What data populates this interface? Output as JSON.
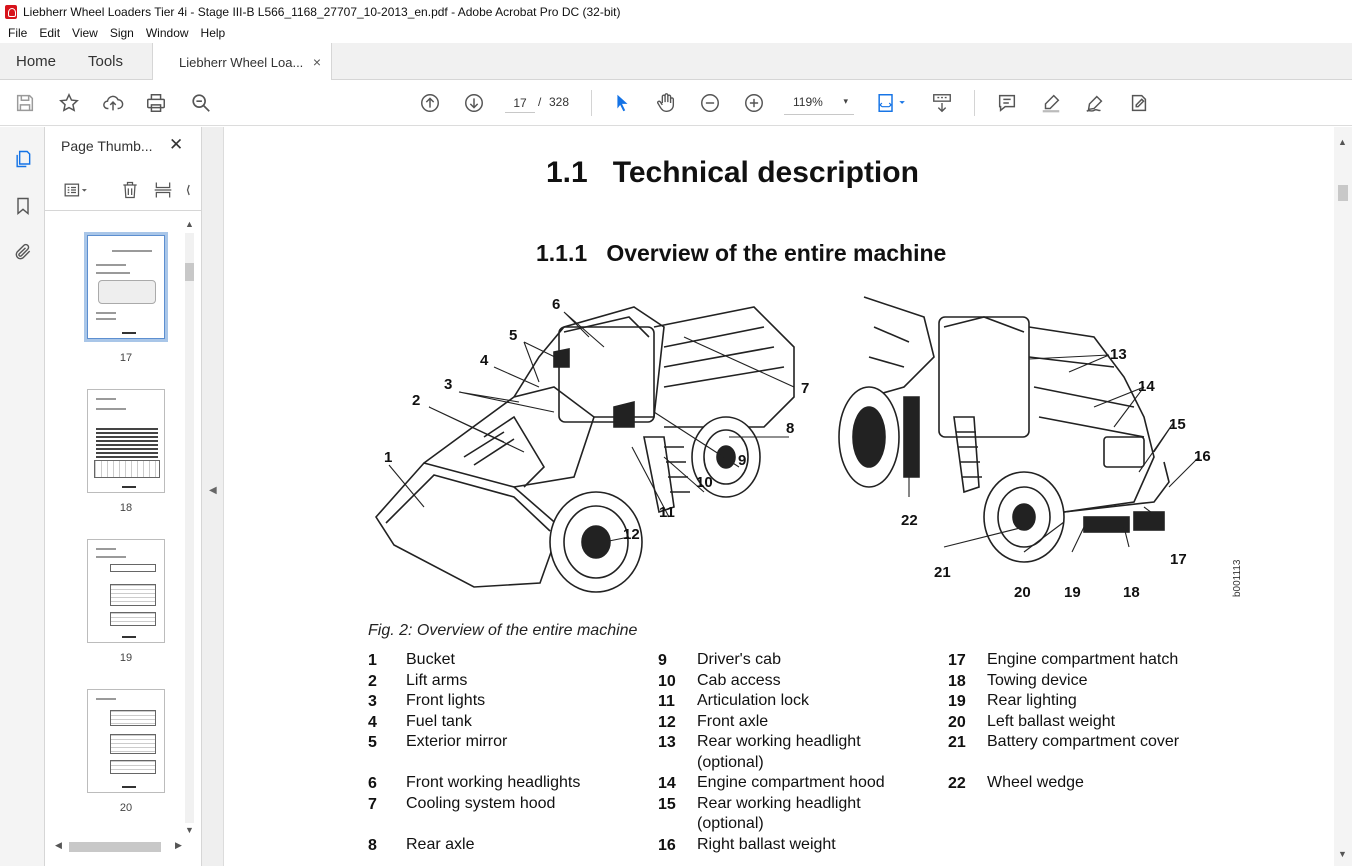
{
  "window": {
    "title": "Liebherr Wheel Loaders Tier 4i - Stage III-B L566_1168_27707_10-2013_en.pdf - Adobe Acrobat Pro DC (32-bit)"
  },
  "menu": [
    "File",
    "Edit",
    "View",
    "Sign",
    "Window",
    "Help"
  ],
  "tabs": {
    "home": "Home",
    "tools": "Tools",
    "document": "Liebherr Wheel Loa...",
    "close_glyph": "×"
  },
  "toolbar": {
    "current_page": "17",
    "page_separator": "/",
    "total_pages": "328",
    "zoom": "119%",
    "zoom_caret": "▾"
  },
  "sidebar": {
    "panel_title": "Page Thumb...",
    "close_glyph": "✕",
    "thumbnails": [
      {
        "page": "17",
        "active": true
      },
      {
        "page": "18",
        "active": false
      },
      {
        "page": "19",
        "active": false
      },
      {
        "page": "20",
        "active": false
      }
    ]
  },
  "document": {
    "section_number": "1.1",
    "section_title": "Technical description",
    "subsection_number": "1.1.1",
    "subsection_title": "Overview of the entire machine",
    "figure_caption": "Fig. 2: Overview of the entire machine",
    "figure_code": "b001113",
    "figure_callouts_left": [
      "1",
      "2",
      "3",
      "4",
      "5",
      "6",
      "7",
      "8",
      "9",
      "10",
      "11",
      "12"
    ],
    "figure_callouts_right": [
      "13",
      "14",
      "15",
      "16",
      "17",
      "18",
      "19",
      "20",
      "21",
      "22"
    ],
    "legend": [
      {
        "num": "1",
        "text": "Bucket"
      },
      {
        "num": "2",
        "text": "Lift arms"
      },
      {
        "num": "3",
        "text": "Front lights"
      },
      {
        "num": "4",
        "text": "Fuel tank"
      },
      {
        "num": "5",
        "text": "Exterior mirror"
      },
      {
        "num": "6",
        "text": "Front working headlights"
      },
      {
        "num": "7",
        "text": "Cooling system hood"
      },
      {
        "num": "8",
        "text": "Rear axle"
      },
      {
        "num": "9",
        "text": "Driver's cab"
      },
      {
        "num": "10",
        "text": "Cab access"
      },
      {
        "num": "11",
        "text": "Articulation lock"
      },
      {
        "num": "12",
        "text": "Front axle"
      },
      {
        "num": "13",
        "text": "Rear working headlight (optional)"
      },
      {
        "num": "14",
        "text": "Engine compartment hood"
      },
      {
        "num": "15",
        "text": "Rear working headlight (optional)"
      },
      {
        "num": "16",
        "text": "Right ballast weight"
      },
      {
        "num": "17",
        "text": "Engine compartment hatch"
      },
      {
        "num": "18",
        "text": "Towing device"
      },
      {
        "num": "19",
        "text": "Rear lighting"
      },
      {
        "num": "20",
        "text": "Left ballast weight"
      },
      {
        "num": "21",
        "text": "Battery compartment cover"
      },
      {
        "num": "22",
        "text": "Wheel wedge"
      }
    ]
  },
  "colors": {
    "accent": "#1473e6",
    "acrobat_red": "#d7131b",
    "thumb_highlight": "#a9c6e8"
  }
}
